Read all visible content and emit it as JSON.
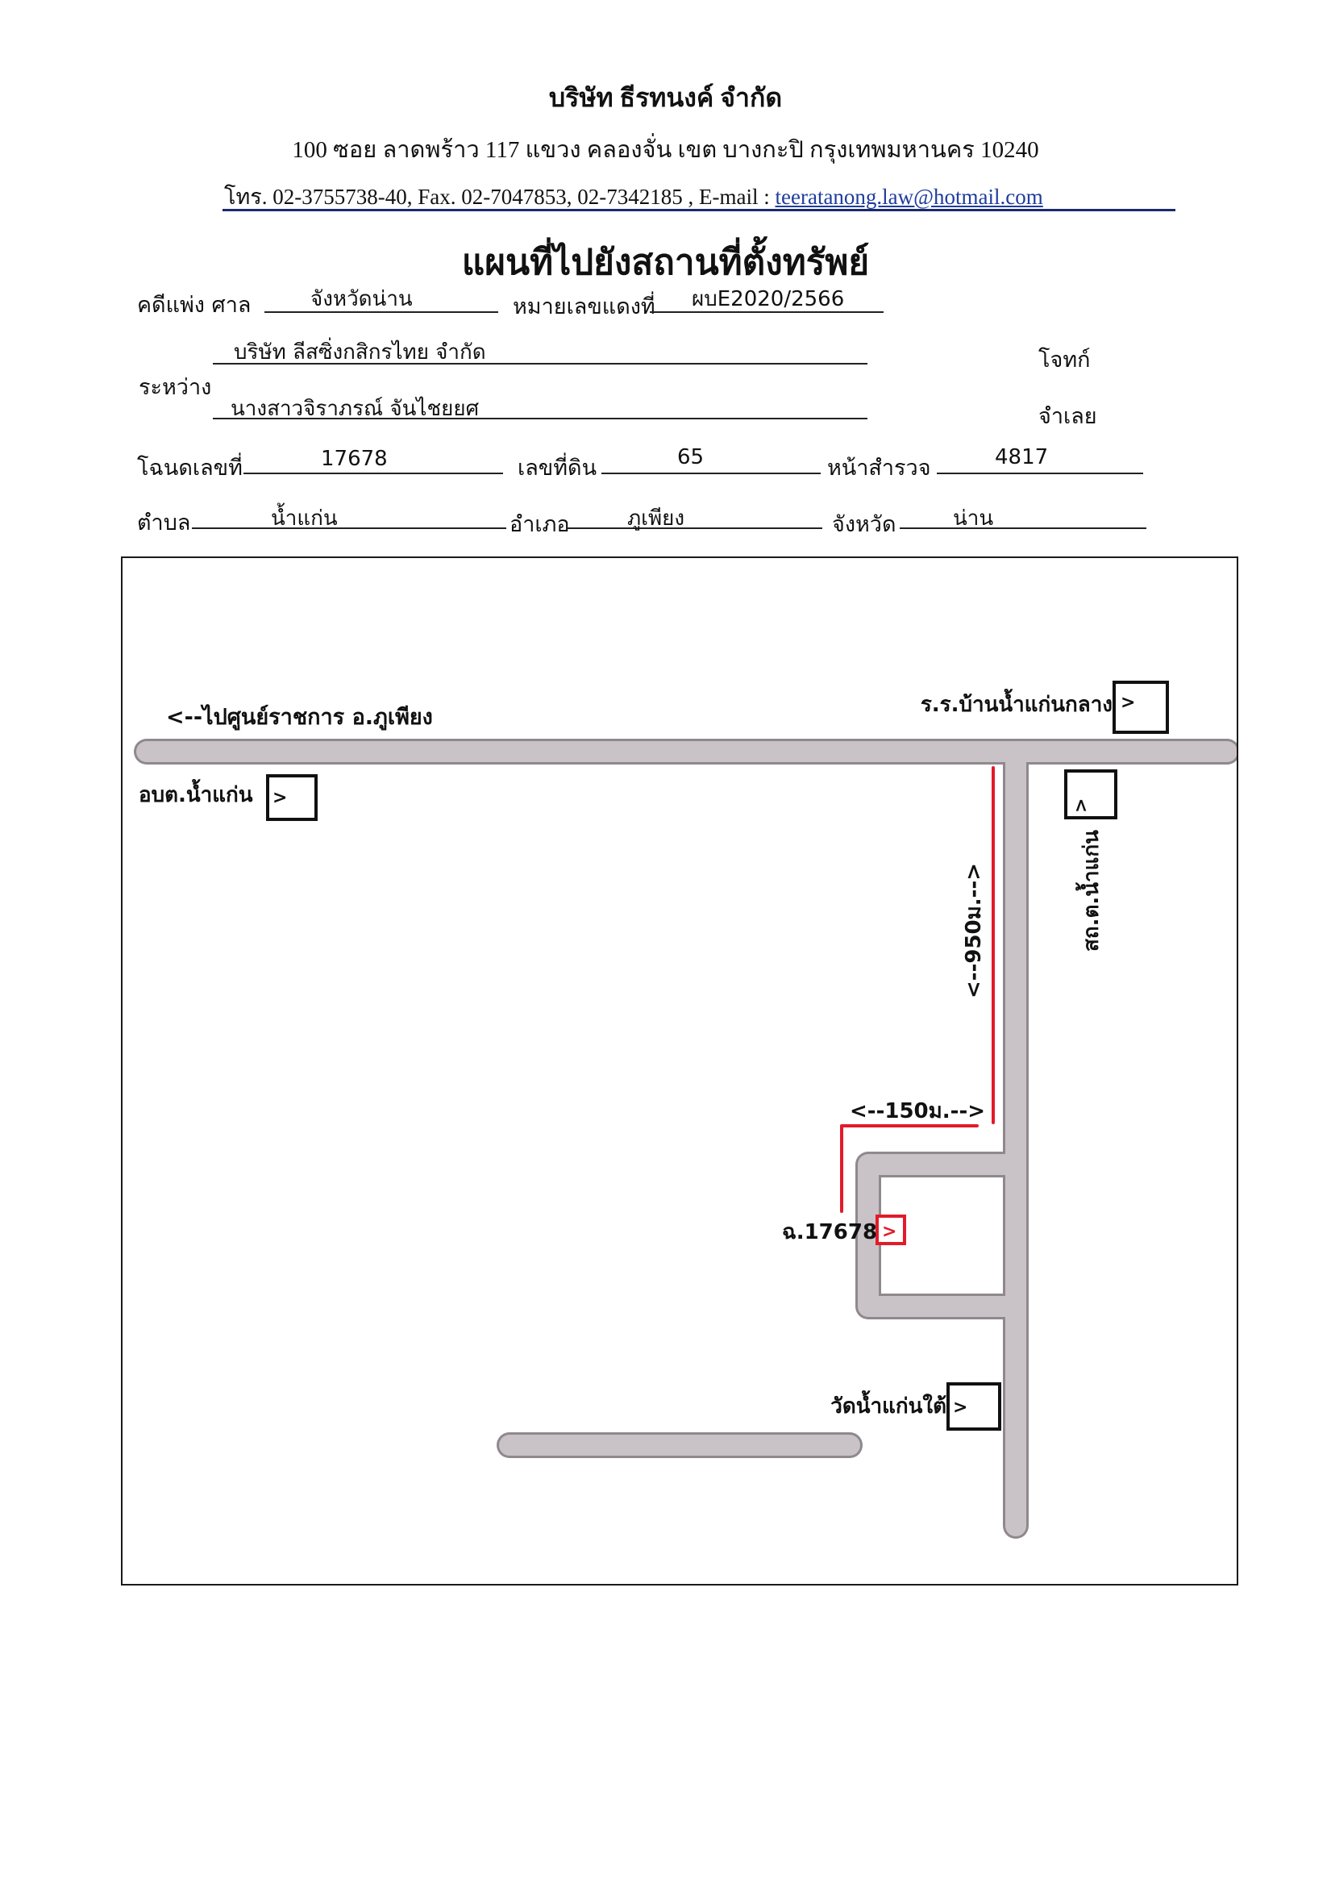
{
  "header": {
    "company": "บริษัท ธีรทนงค์ จำกัด",
    "address": "100 ซอย ลาดพร้าว 117 แขวง คลองจั่น เขต บางกะปิ กรุงเทพมหานคร 10240",
    "contact_prefix": "โทร. 02-3755738-40, Fax. 02-7047853, 02-7342185 , E-mail : ",
    "email": "teeratanong.law@hotmail.com"
  },
  "title": "แผนที่ไปยังสถานที่ตั้งทรัพย์",
  "form": {
    "case_label": "คดีแพ่ง ศาล",
    "court": "จังหวัดน่าน",
    "red_no_label": "หมายเลขแดงที่",
    "red_no": "ผบE2020/2566",
    "between_label": "ระหว่าง",
    "plaintiff": "บริษัท ลีสซิ่งกสิกรไทย จำกัด",
    "plaintiff_label": "โจทก์",
    "defendant": "นางสาวจิราภรณ์ จันไชยยศ",
    "defendant_label": "จำเลย",
    "deed_label": "โฉนดเลขที่",
    "deed_no": "17678",
    "land_no_label": "เลขที่ดิน",
    "land_no": "65",
    "survey_label": "หน้าสำรวจ",
    "survey_no": "4817",
    "subdistrict_label": "ตำบล",
    "subdistrict": "น้ำแก่น",
    "district_label": "อำเภอ",
    "district": "ภูเพียง",
    "province_label": "จังหวัด",
    "province": "น่าน"
  },
  "map": {
    "to_government_center": "<--ไปศูนย์ราชการ อ.ภูเพียง",
    "school": "ร.ร.บ้านน้ำแก่นกลาง",
    "sao_office": "อบต.น้ำแก่น",
    "health_station": "สถ.ต.น้ำแก่น",
    "distance_950": "<--950ม.-->",
    "distance_150": "<--150ม.-->",
    "parcel": "ฉ.17678",
    "temple": "วัดน้ำแก่นใต้",
    "colors": {
      "road": "#c9c3c8",
      "road_edge": "#8f898e",
      "route": "#e21b2a"
    }
  }
}
